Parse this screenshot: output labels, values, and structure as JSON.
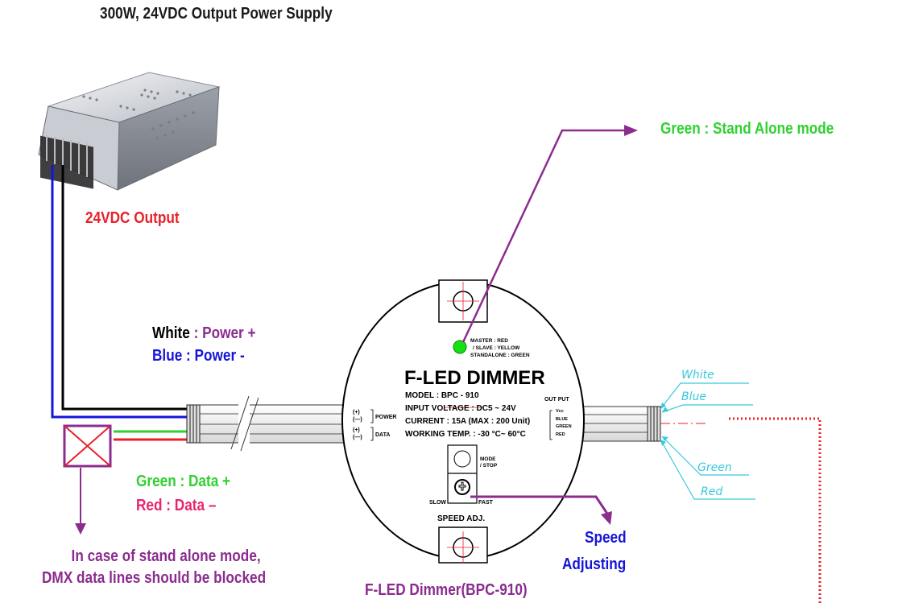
{
  "title": "300W, 24VDC Output Power Supply",
  "output_label": "24VDC Output",
  "wires_left": {
    "white_name": "White",
    "white_desc": "Power +",
    "blue_text": "Blue : Power -",
    "green_text": "Green : Data +",
    "red_text": "Red : Data –",
    "sep": ":"
  },
  "stand_alone_note": [
    "In case of stand alone mode,",
    "DMX data lines should be blocked"
  ],
  "led_note": "Green : Stand Alone mode",
  "speed_note": [
    "Speed",
    "Adjusting"
  ],
  "caption": "F-LED Dimmer(BPC-910)",
  "device": {
    "name": "F-LED DIMMER",
    "model": "MODEL : BPC - 910",
    "input_voltage": "INPUT VOLTAGE : DC5 ~ 24V",
    "current": "CURRENT : 15A  (MAX : 200 Unit)",
    "working_temp": "WORKING TEMP. : -30 °C~ 60°C",
    "led_legend": [
      "MASTER : RED",
      "/ SLAVE : YELLOW",
      "STANDALONE : GREEN"
    ],
    "power_label": "POWER",
    "data_label": "DATA",
    "plus": "(+)",
    "minus": "(—)",
    "output_label": "OUT PUT",
    "output_pins": [
      "Vcc",
      "BLUE",
      "GREEN",
      "RED"
    ],
    "mode_label": [
      "MODE",
      "/ STOP"
    ],
    "slow": "SLOW",
    "fast": "FAST",
    "speed_adj": "SPEED ADJ."
  },
  "output_wires": [
    "White",
    "Blue",
    "Green",
    "Red"
  ],
  "colors": {
    "title": "#1a1a1a",
    "red": "#e8202a",
    "purple": "#8b2c8f",
    "blue": "#1515d8",
    "green": "#2fd12f",
    "cyan": "#38c9dc",
    "pink": "#e8246e",
    "led": "#14e014"
  }
}
